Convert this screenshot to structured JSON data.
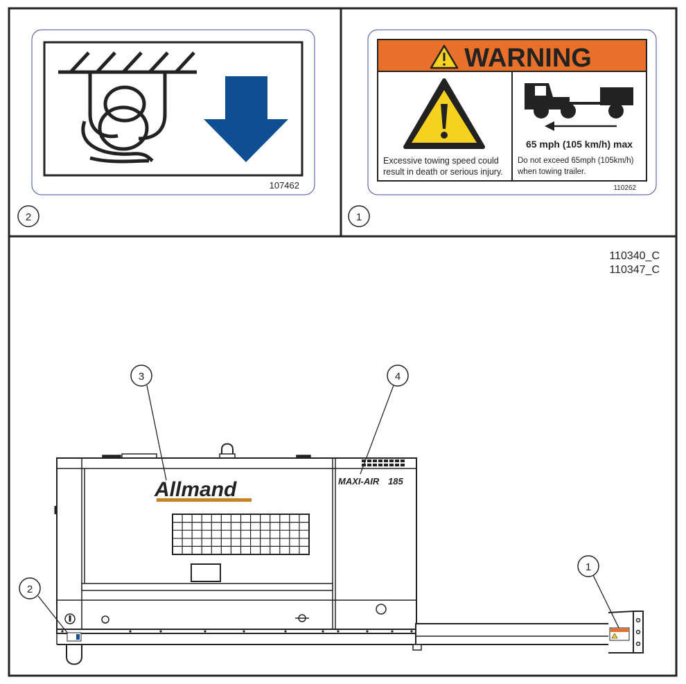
{
  "figure_ids": [
    "110340_C",
    "110347_C"
  ],
  "callouts": {
    "panel_left": "2",
    "panel_right": "1",
    "c3": "3",
    "c4": "4",
    "c2": "2",
    "c1": "1"
  },
  "decal_lift": {
    "part_number": "107462",
    "arrow_color": "#0d4f92"
  },
  "decal_warning": {
    "header": "WARNING",
    "header_color": "#e8702a",
    "triangle_color": "#f4d21f",
    "text_left_line1": "Excessive towing speed could",
    "text_left_line2": "result in death or serious injury.",
    "speed_text": "65 mph (105 km/h) max",
    "text_right_line1": "Do not exceed 65mph (105km/h)",
    "text_right_line2": "when towing trailer.",
    "part_number": "110262"
  },
  "machine": {
    "brand": "Allmand",
    "brand_color": "#333333",
    "brand_bar_color": "#c8822a",
    "model_text": "MAXI-AIR",
    "model_number": "185",
    "model_color": "#2a3a8a",
    "model_number_color": "#c8822a"
  }
}
